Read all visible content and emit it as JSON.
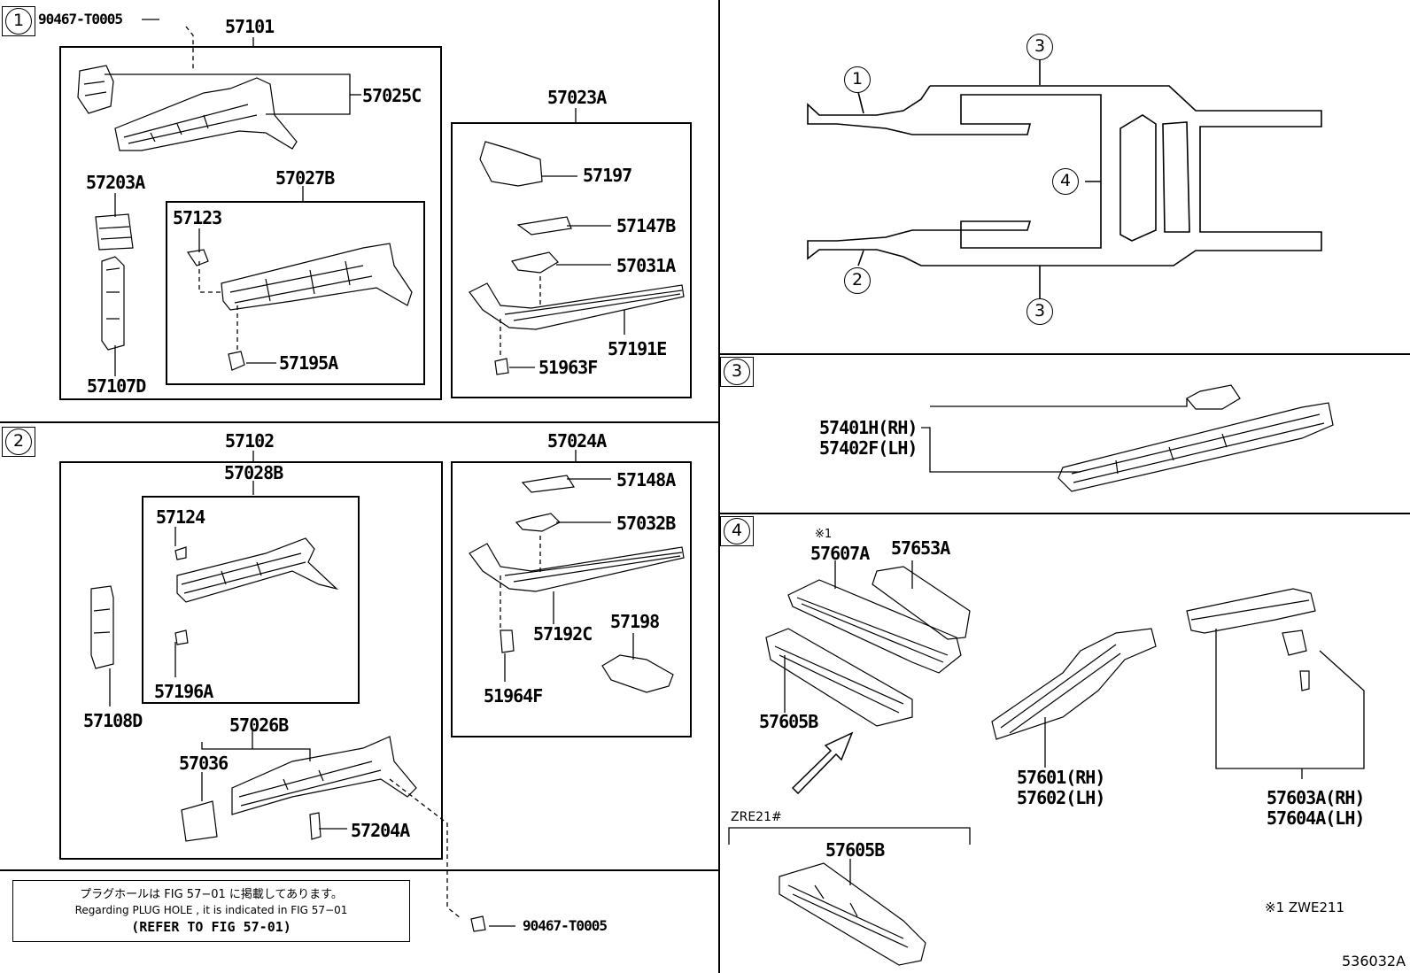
{
  "diagram_code": "536032A",
  "sections": {
    "s1": {
      "marker": "1"
    },
    "s2": {
      "marker": "2"
    },
    "s3": {
      "marker": "3"
    },
    "s4": {
      "marker": "4"
    }
  },
  "overview_markers": {
    "m1": "1",
    "m2": "2",
    "m3_top": "3",
    "m3_bottom": "3",
    "m4": "4"
  },
  "parts": {
    "p90467_top": "90467-T0005",
    "p57101": "57101",
    "p57025C": "57025C",
    "p57203A": "57203A",
    "p57027B": "57027B",
    "p57123": "57123",
    "p57195A": "57195A",
    "p57107D": "57107D",
    "p57023A": "57023A",
    "p57197": "57197",
    "p57147B": "57147B",
    "p57031A": "57031A",
    "p57191E": "57191E",
    "p51963F": "51963F",
    "p57102": "57102",
    "p57028B": "57028B",
    "p57124": "57124",
    "p57196A": "57196A",
    "p57108D": "57108D",
    "p57026B": "57026B",
    "p57036": "57036",
    "p57204A": "57204A",
    "p57024A": "57024A",
    "p57148A": "57148A",
    "p57032B": "57032B",
    "p57192C": "57192C",
    "p57198": "57198",
    "p51964F": "51964F",
    "p90467_bottom": "90467-T0005",
    "p57401H": "57401H(RH)",
    "p57402F": "57402F(LH)",
    "p57607A_mark": "※1",
    "p57607A": "57607A",
    "p57653A": "57653A",
    "p57605B": "57605B",
    "zre21_label": "ZRE21#",
    "p57605B_b": "57605B",
    "p57601": "57601(RH)",
    "p57602": "57602(LH)",
    "p57603A": "57603A(RH)",
    "p57604A": "57604A(LH)"
  },
  "footnote": "※1 ZWE211",
  "note": {
    "line1": "プラグホールは FIG 57−01 に掲載してあります。",
    "line2": "Regarding  PLUG  HOLE , it is indicated in FIG  57−01",
    "line3": "(REFER TO FIG 57-01)"
  }
}
